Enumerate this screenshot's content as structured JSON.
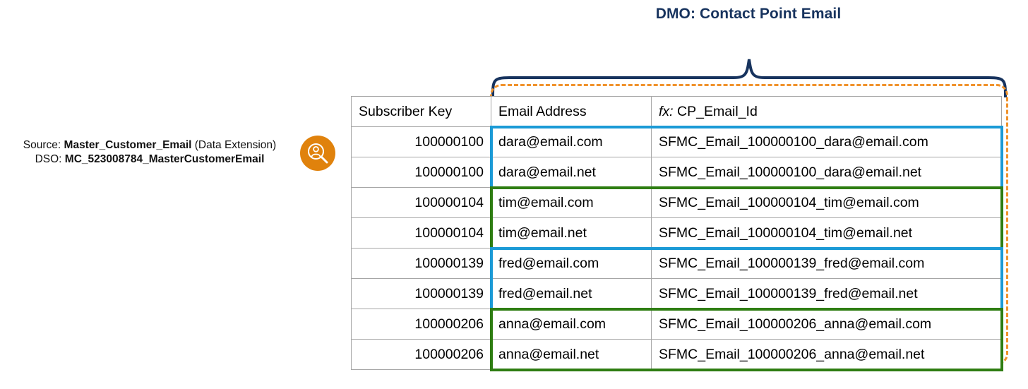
{
  "title": {
    "dmo_label": "DMO: Contact Point Email"
  },
  "source": {
    "line1_prefix": "Source: ",
    "line1_name": "Master_Customer_Email",
    "line1_suffix": " (Data Extension)",
    "line2_prefix": "DSO: ",
    "line2_name": "MC_523008784_MasterCustomerEmail",
    "icon": "person-magnifier-icon"
  },
  "table": {
    "columns": [
      {
        "key": "subscriber_key",
        "label": "Subscriber Key"
      },
      {
        "key": "email_address",
        "label": "Email Address"
      },
      {
        "key": "cp_email_id",
        "fx_label": "fx:",
        "label": " CP_Email_Id"
      }
    ],
    "rows": [
      {
        "subscriber_key": "100000100",
        "email_address": "dara@email.com",
        "cp_email_id": "SFMC_Email_100000100_dara@email.com",
        "group": "blue"
      },
      {
        "subscriber_key": "100000100",
        "email_address": "dara@email.net",
        "cp_email_id": "SFMC_Email_100000100_dara@email.net",
        "group": "blue"
      },
      {
        "subscriber_key": "100000104",
        "email_address": "tim@email.com",
        "cp_email_id": "SFMC_Email_100000104_tim@email.com",
        "group": "green"
      },
      {
        "subscriber_key": "100000104",
        "email_address": "tim@email.net",
        "cp_email_id": "SFMC_Email_100000104_tim@email.net",
        "group": "green"
      },
      {
        "subscriber_key": "100000139",
        "email_address": "fred@email.com",
        "cp_email_id": "SFMC_Email_100000139_fred@email.com",
        "group": "blue"
      },
      {
        "subscriber_key": "100000139",
        "email_address": "fred@email.net",
        "cp_email_id": "SFMC_Email_100000139_fred@email.net",
        "group": "blue"
      },
      {
        "subscriber_key": "100000206",
        "email_address": "anna@email.com",
        "cp_email_id": "SFMC_Email_100000206_anna@email.com",
        "group": "green"
      },
      {
        "subscriber_key": "100000206",
        "email_address": "anna@email.net",
        "cp_email_id": "SFMC_Email_100000206_anna@email.net",
        "group": "green"
      }
    ]
  },
  "annotations": {
    "brace": "navy-curly-brace",
    "dashed_highlight": "orange-dashed-rounded-rect",
    "group_boxes": [
      {
        "group": "blue",
        "rows": [
          0,
          1
        ]
      },
      {
        "group": "green",
        "rows": [
          2,
          3
        ]
      },
      {
        "group": "blue",
        "rows": [
          4,
          5
        ]
      },
      {
        "group": "green",
        "rows": [
          6,
          7
        ]
      }
    ]
  },
  "colors": {
    "navy": "#17335e",
    "orange": "#f0922b",
    "orange_icon": "#e0820c",
    "blue": "#1b9ad6",
    "green": "#2e7d12",
    "grid": "#a6a6a6"
  }
}
